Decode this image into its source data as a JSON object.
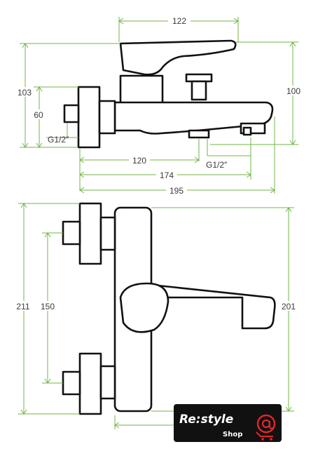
{
  "dimensions": {
    "top_width": "122",
    "left_height_total": "103",
    "left_height_inlet": "60",
    "left_thread": "G1/2″",
    "right_height": "100",
    "bottom_thread": "G1/2″",
    "length_120": "120",
    "length_174": "174",
    "length_195": "195",
    "front_height_total": "211",
    "front_spacing": "150",
    "front_height_body": "201"
  },
  "logo": {
    "main": "Re:style",
    "sub": "Shop",
    "icon": "cart-at-icon"
  },
  "colors": {
    "dimension_line": "#72b446",
    "outline": "#111111",
    "logo_bg": "#111111",
    "logo_accent": "#e2262a"
  }
}
